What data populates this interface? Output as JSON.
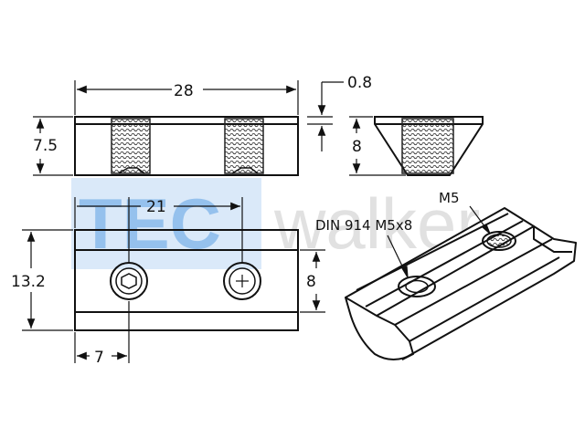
{
  "dimensions": {
    "length": "28",
    "thickness": "0.8",
    "height_front": "7.5",
    "height_side": "8",
    "hole_spacing": "21",
    "width_top": "13.2",
    "edge_to_slot": "8",
    "hole_offset": "7"
  },
  "labels": {
    "screw": "DIN 914 M5x8",
    "thread": "M5"
  },
  "watermark": {
    "brand_part1": "TEC",
    "brand_part2": "walker"
  },
  "colors": {
    "line": "#111111",
    "watermark_blue": "#3f8fe0",
    "watermark_grey": "#c9c9c9"
  }
}
